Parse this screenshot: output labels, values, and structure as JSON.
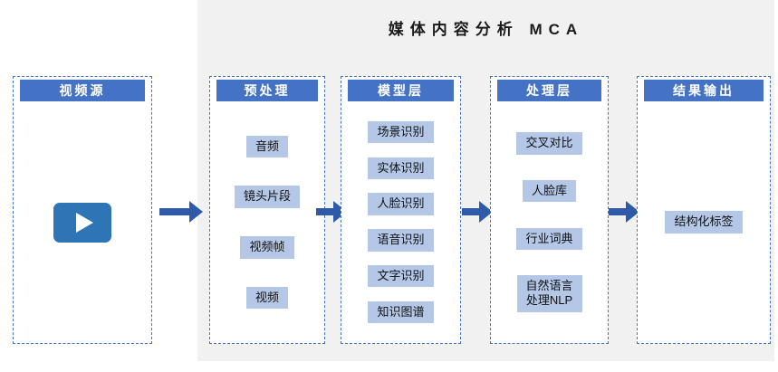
{
  "title": "媒体内容分析 MCA",
  "columns": [
    {
      "header": "视频源",
      "items": []
    },
    {
      "header": "预处理",
      "items": [
        "音频",
        "镜头片段",
        "视频帧",
        "视频"
      ]
    },
    {
      "header": "模型层",
      "items": [
        "场景识别",
        "实体识别",
        "人脸识别",
        "语音识别",
        "文字识别",
        "知识图谱"
      ]
    },
    {
      "header": "处理层",
      "items": [
        "交叉对比",
        "人脸库",
        "行业词典",
        "自然语言处理NLP"
      ]
    },
    {
      "header": "结果输出",
      "items": [
        "结构化标签"
      ]
    }
  ],
  "icons": {
    "play": "play-icon",
    "arrows": [
      "flow-arrow",
      "flow-arrow",
      "flow-arrow",
      "flow-arrow"
    ]
  },
  "colors": {
    "header_bg": "#4472C4",
    "item_bg": "#B4C7E7",
    "dashed_border": "#4472C4",
    "arrow": "#2E5AA7",
    "panel_bg": "#F1F1F2",
    "play_bg": "#2E75B6",
    "title_text": "#1A1A1A"
  }
}
